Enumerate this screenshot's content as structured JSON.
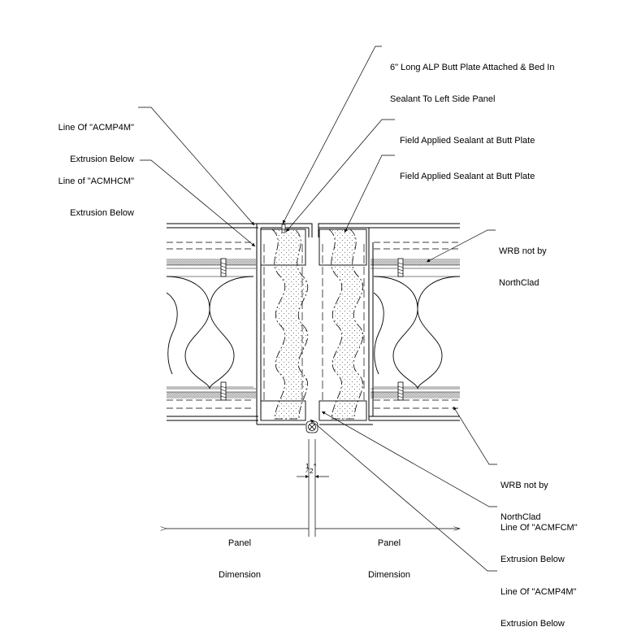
{
  "callouts": {
    "butt_plate": {
      "line1": "6\" Long ALP Butt Plate Attached & Bed In",
      "line2": "Sealant To Left Side Panel"
    },
    "acmp4m_top": {
      "line1": "Line Of \"ACMP4M\"",
      "line2": "Extrusion Below"
    },
    "acmhcm": {
      "line1": "Line of \"ACMHCM\"",
      "line2": "Extrusion Below"
    },
    "sealant_1": {
      "line1": "Field Applied Sealant at Butt Plate"
    },
    "sealant_2": {
      "line1": "Field Applied Sealant at Butt Plate"
    },
    "wrb_top": {
      "line1": "WRB not by",
      "line2": "NorthClad"
    },
    "wrb_bottom": {
      "line1": "WRB not by",
      "line2": "NorthClad"
    },
    "acmfcm": {
      "line1": "Line Of \"ACMFCM\"",
      "line2": "Extrusion Below"
    },
    "acmp4m_bottom": {
      "line1": "Line Of \"ACMP4M\"",
      "line2": "Extrusion Below"
    }
  },
  "dimensions": {
    "gap_num": "1",
    "gap_den": "2",
    "gap_unit": "\"",
    "left_panel": {
      "line1": "Panel",
      "line2": "Dimension"
    },
    "right_panel": {
      "line1": "Panel",
      "line2": "Dimension"
    }
  }
}
